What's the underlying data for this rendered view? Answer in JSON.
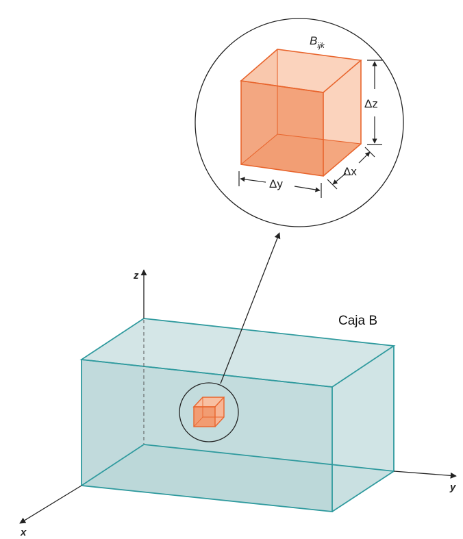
{
  "labels": {
    "z_axis": "z",
    "y_axis": "y",
    "x_axis": "x",
    "box": "Caja B",
    "cube_base": "B",
    "cube_sub": "ijk",
    "dz": "Δz",
    "dy": "Δy",
    "dx": "Δx"
  },
  "colors": {
    "box_edge": "#2f9a9e",
    "box_fill": "#cfe3e4",
    "cube_edge": "#e8642c",
    "cube_fill": "#f6a882",
    "line": "#222222"
  }
}
